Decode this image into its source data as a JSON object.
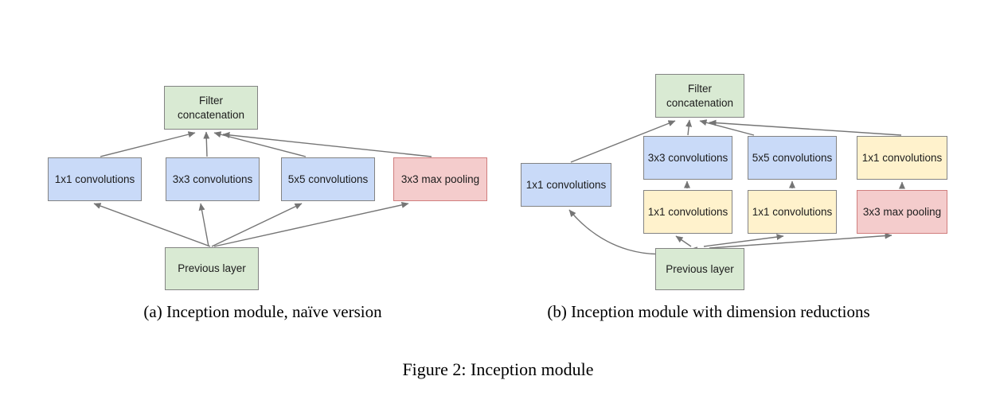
{
  "figure_caption": "Figure 2: Inception module",
  "colors": {
    "green_fill": "#d9ead3",
    "blue_fill": "#c9daf8",
    "yellow_fill": "#fff2cc",
    "red_fill": "#f4cccc",
    "gray_border": "#838383",
    "red_border": "#d07e7e",
    "arrow": "#757575",
    "text": "#1c1c1c"
  },
  "diagram_a": {
    "caption": "(a) Inception module, naïve version",
    "nodes": {
      "filter_concat": "Filter concatenation",
      "conv1x1": "1x1 convolutions",
      "conv3x3": "3x3 convolutions",
      "conv5x5": "5x5 convolutions",
      "maxpool": "3x3 max pooling",
      "previous": "Previous layer"
    },
    "edges": [
      {
        "from": "previous",
        "to": "conv1x1"
      },
      {
        "from": "previous",
        "to": "conv3x3"
      },
      {
        "from": "previous",
        "to": "conv5x5"
      },
      {
        "from": "previous",
        "to": "maxpool"
      },
      {
        "from": "conv1x1",
        "to": "filter_concat"
      },
      {
        "from": "conv3x3",
        "to": "filter_concat"
      },
      {
        "from": "conv5x5",
        "to": "filter_concat"
      },
      {
        "from": "maxpool",
        "to": "filter_concat"
      }
    ]
  },
  "diagram_b": {
    "caption": "(b) Inception module with dimension reductions",
    "nodes": {
      "filter_concat": "Filter concatenation",
      "conv1x1_left": "1x1 convolutions",
      "conv3x3": "3x3 convolutions",
      "conv5x5": "5x5 convolutions",
      "conv1x1_right": "1x1 convolutions",
      "conv1x1_mid_left": "1x1 convolutions",
      "conv1x1_mid_right": "1x1 convolutions",
      "maxpool": "3x3 max pooling",
      "previous": "Previous layer"
    },
    "edges": [
      {
        "from": "previous",
        "to": "conv1x1_left"
      },
      {
        "from": "previous",
        "to": "conv1x1_mid_left"
      },
      {
        "from": "previous",
        "to": "conv1x1_mid_right"
      },
      {
        "from": "previous",
        "to": "maxpool"
      },
      {
        "from": "conv1x1_mid_left",
        "to": "conv3x3"
      },
      {
        "from": "conv1x1_mid_right",
        "to": "conv5x5"
      },
      {
        "from": "maxpool",
        "to": "conv1x1_right"
      },
      {
        "from": "conv1x1_left",
        "to": "filter_concat"
      },
      {
        "from": "conv3x3",
        "to": "filter_concat"
      },
      {
        "from": "conv5x5",
        "to": "filter_concat"
      },
      {
        "from": "conv1x1_right",
        "to": "filter_concat"
      }
    ]
  }
}
